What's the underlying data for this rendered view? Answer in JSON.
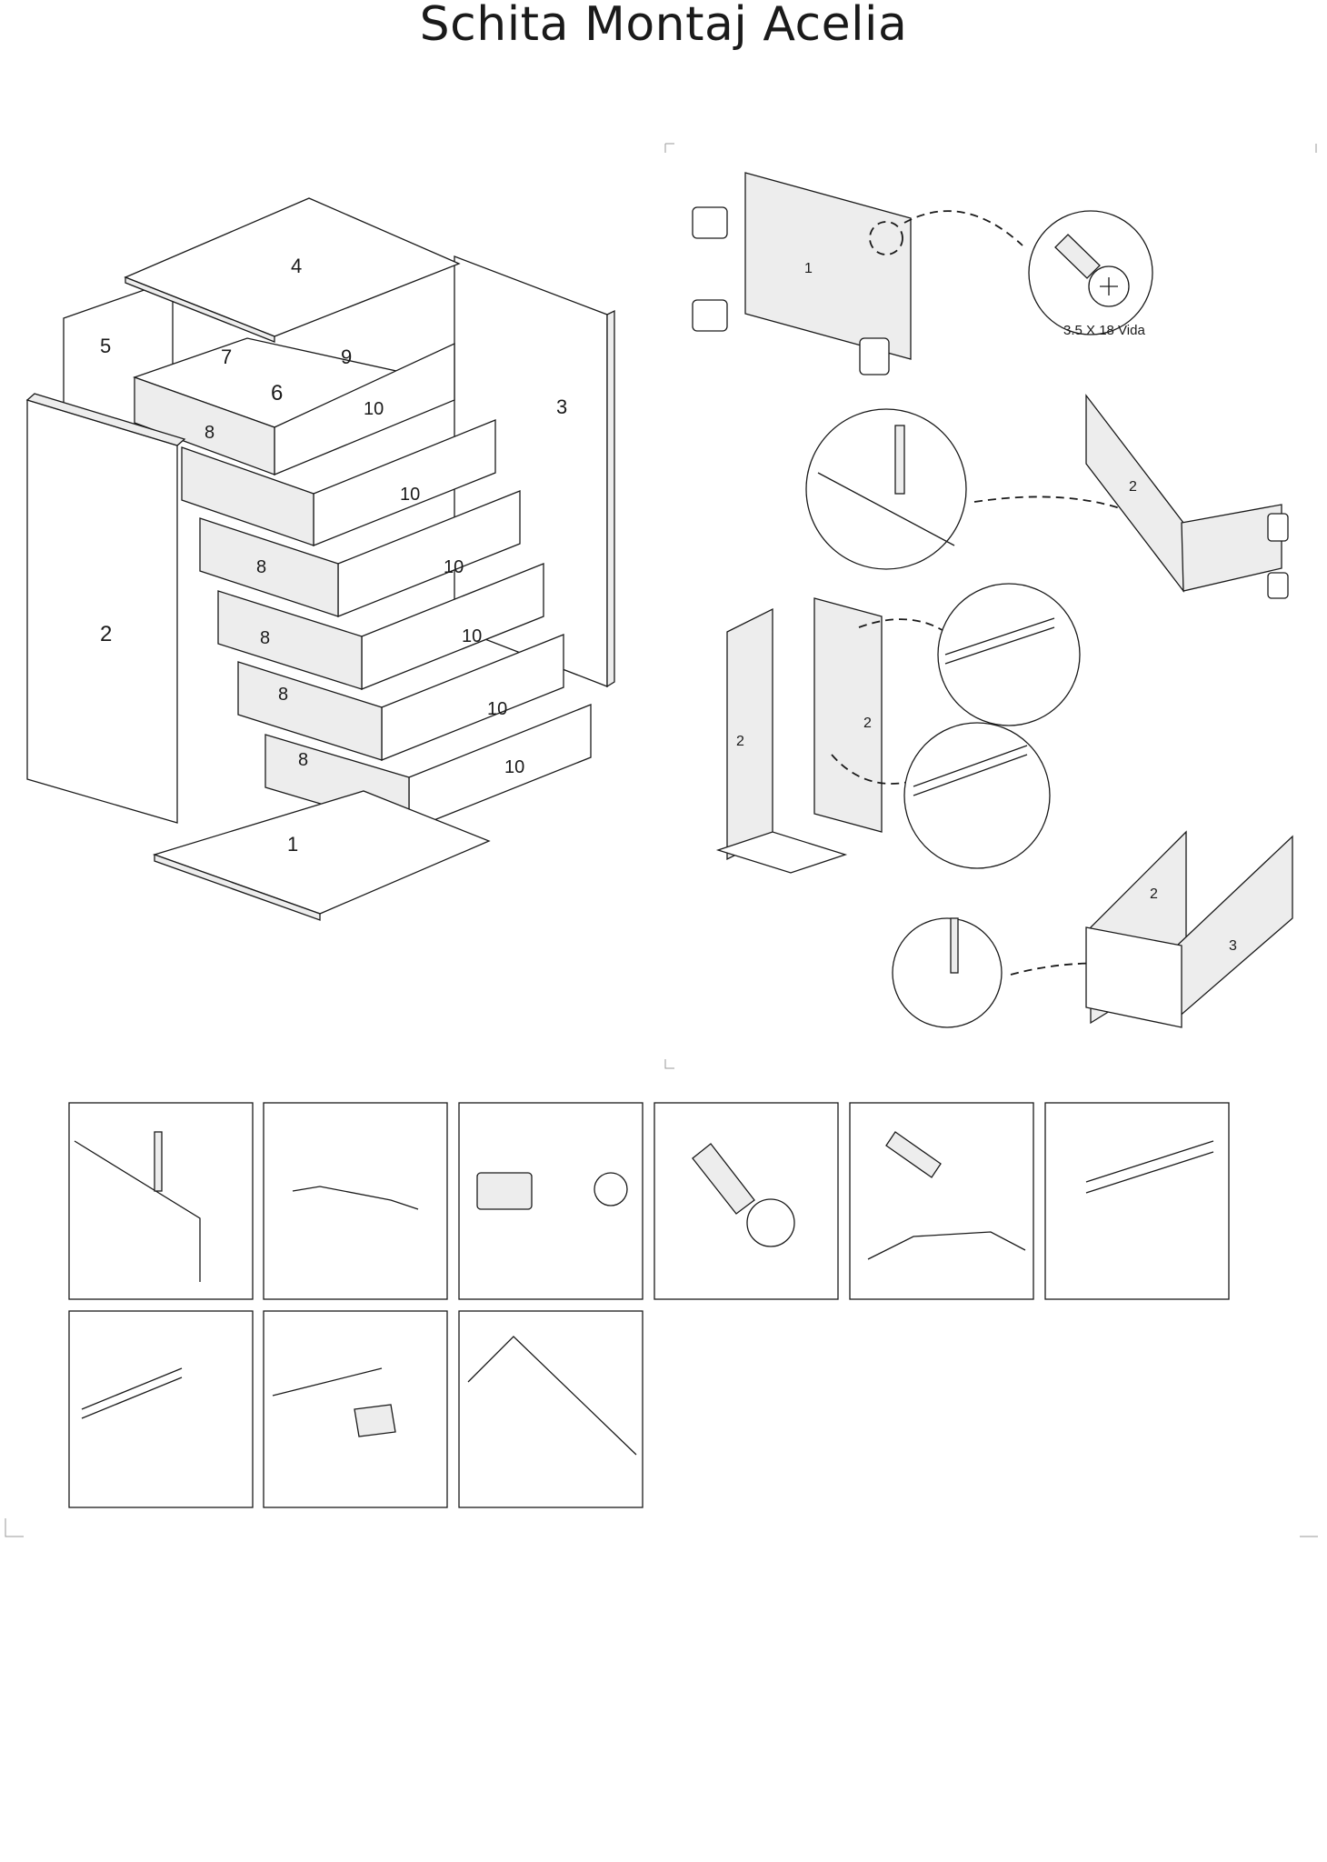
{
  "document": {
    "title": "Schita Montaj Acelia"
  },
  "exploded_view": {
    "part_labels": {
      "top": "4",
      "back": "5",
      "drawer_side_left": "7",
      "drawer_side_right": "9",
      "drawer_bottom": "6",
      "runner_1": "8",
      "side_right": "3",
      "side_left": "2",
      "base": "1",
      "fronts": [
        "10",
        "10",
        "10",
        "10",
        "10",
        "10"
      ],
      "runners": [
        "8",
        "8",
        "8",
        "8"
      ]
    }
  },
  "steps": {
    "step1": {
      "panel_label": "1",
      "screw_caption": "3.5 X 18 Vida"
    },
    "step2": {
      "panel_label": "2"
    },
    "step3": {
      "panel_left_label": "2",
      "panel_right_label": "2"
    },
    "step4": {
      "panel_a_label": "2",
      "panel_b_label": "3"
    }
  },
  "hardware_tiles": [
    {
      "name": "dowel-into-panel"
    },
    {
      "name": "allen-key"
    },
    {
      "name": "cam-bolt"
    },
    {
      "name": "wood-screw"
    },
    {
      "name": "handle-screw-and-handle"
    },
    {
      "name": "runner-fixing-screw"
    },
    {
      "name": "drawer-runner-screw"
    },
    {
      "name": "nail-hammer"
    },
    {
      "name": "back-panel-nailing"
    }
  ]
}
